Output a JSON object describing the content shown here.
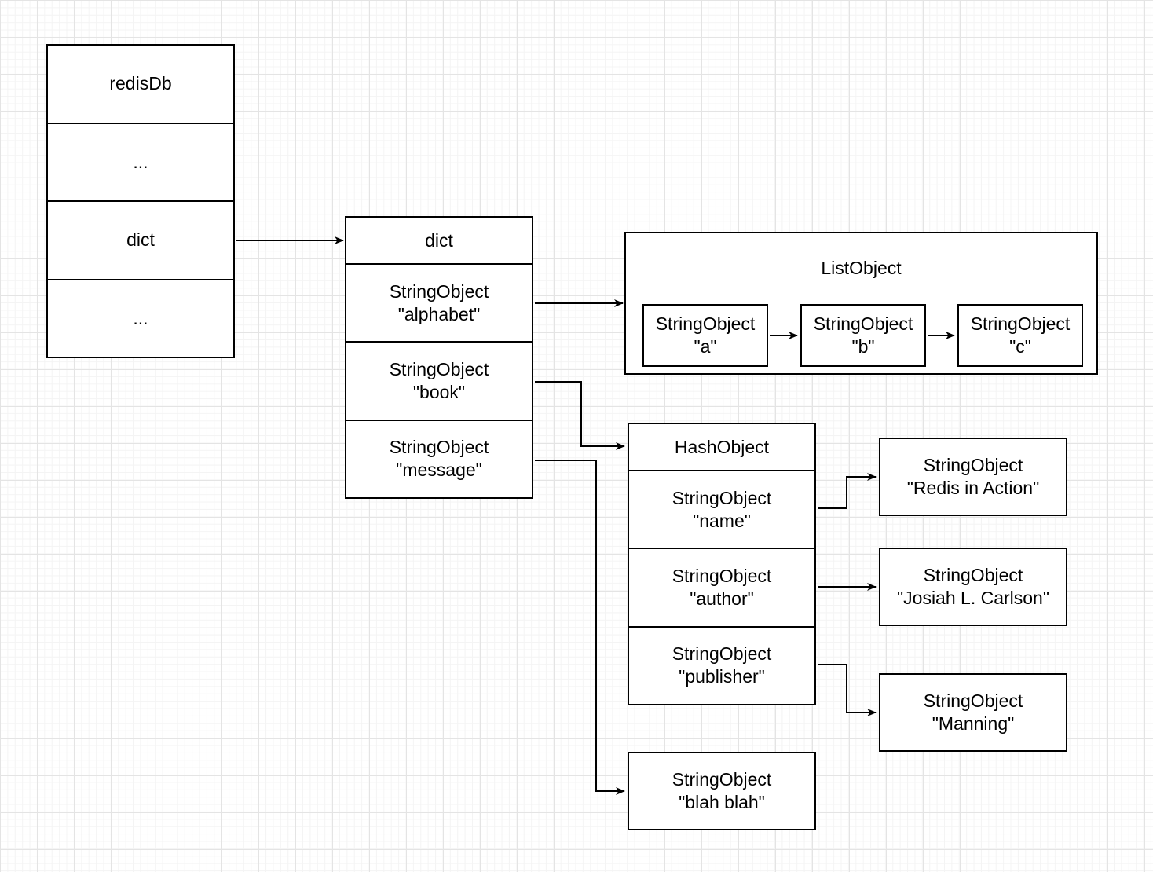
{
  "canvas": {
    "background": "#ffffff",
    "grid_minor_color": "#f4f4f4",
    "grid_major_color": "#e4e4e4",
    "stroke_color": "#000000",
    "shape_fill": "#ffffff"
  },
  "redisdb_box": {
    "rows": [
      "redisDb",
      "...",
      "dict",
      "..."
    ]
  },
  "dict_box": {
    "title": "dict",
    "rows": [
      {
        "type": "StringObject",
        "value": "\"alphabet\""
      },
      {
        "type": "StringObject",
        "value": "\"book\""
      },
      {
        "type": "StringObject",
        "value": "\"message\""
      }
    ]
  },
  "list_object": {
    "title": "ListObject",
    "items": [
      {
        "type": "StringObject",
        "value": "\"a\""
      },
      {
        "type": "StringObject",
        "value": "\"b\""
      },
      {
        "type": "StringObject",
        "value": "\"c\""
      }
    ]
  },
  "hash_object": {
    "title": "HashObject",
    "rows": [
      {
        "type": "StringObject",
        "value": "\"name\""
      },
      {
        "type": "StringObject",
        "value": "\"author\""
      },
      {
        "type": "StringObject",
        "value": "\"publisher\""
      }
    ]
  },
  "value_boxes": {
    "redis_in_action": {
      "type": "StringObject",
      "value": "\"Redis in Action\""
    },
    "josiah_carlson": {
      "type": "StringObject",
      "value": "\"Josiah L. Carlson\""
    },
    "manning": {
      "type": "StringObject",
      "value": "\"Manning\""
    },
    "blah_blah": {
      "type": "StringObject",
      "value": "\"blah blah\""
    }
  }
}
